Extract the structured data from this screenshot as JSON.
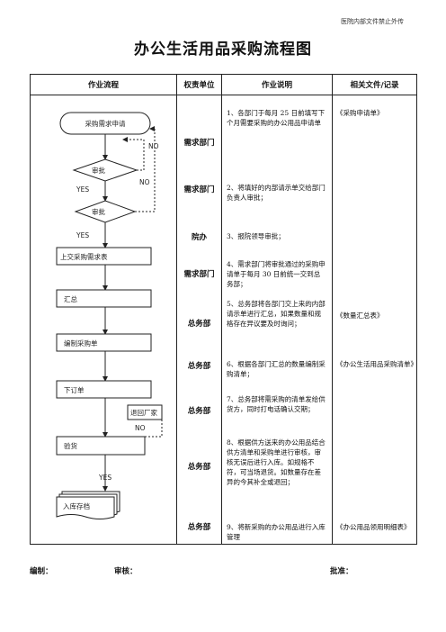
{
  "header_note": "医院内部文件禁止外传",
  "title": "办公生活用品采购流程图",
  "columns": [
    "作业流程",
    "权责单位",
    "作业说明",
    "相关文件/记录"
  ],
  "flow": {
    "start": "采购需求申请",
    "approve1": "审批",
    "approve2": "审批",
    "submit": "上交采购需求表",
    "summary": "汇总",
    "make_order": "编制采购单",
    "order": "下订单",
    "return": "退回厂家",
    "inspect": "验货",
    "storage": "入库存档",
    "no": "NO",
    "yes": "YES"
  },
  "rows": [
    {
      "unit": "需求部门",
      "desc": "1、各部门于每月 25 日前填写下个月需要采购的办公用品申请单",
      "record": "《采购申请单》"
    },
    {
      "unit": "需求部门",
      "desc": "2、将填好的内部请示单交给部门负责人审批；",
      "record": ""
    },
    {
      "unit": "院办",
      "desc": "3、报院领导审批；",
      "record": ""
    },
    {
      "unit": "需求部门",
      "desc": "4、需求部门将审批通过的采购申请单于每月 30 日前统一交到总务部；",
      "record": ""
    },
    {
      "unit": "总务部",
      "desc": "5、总务部将各部门交上来的内部请示单进行汇总，如果数量和规格存在异议要及时询问；",
      "record": "《数量汇总表》"
    },
    {
      "unit": "总务部",
      "desc": "6、根据各部门汇总的数量编制采购清单；",
      "record": "《办公生活用品采购清单》"
    },
    {
      "unit": "总务部",
      "desc": "7、总务部将需采购的清单发给供货方，同时打电话确认交期；",
      "record": ""
    },
    {
      "unit": "总务部",
      "desc": "8、根据供方送来的办公用品结合供方清单和采购单进行审核，审核无误后进行入库。如规格不符，可当场退货。如数量存在差异的今其补全或退回；",
      "record": ""
    },
    {
      "unit": "总务部",
      "desc": "9、将新采购的办公用品进行入库管理",
      "record": "《办公用品领用明细表》"
    }
  ],
  "footer": {
    "made": "编制：",
    "review": "审核：",
    "approve": "批准："
  }
}
